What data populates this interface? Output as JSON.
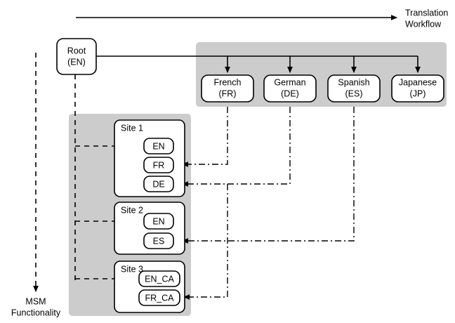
{
  "diagram": {
    "title_axis": {
      "label_line1": "Translation",
      "label_line2": "Workflow"
    },
    "msm": {
      "label_line1": "MSM",
      "label_line2": "Functionality"
    },
    "root": {
      "line1": "Root",
      "line2": "(EN)"
    },
    "languages": [
      {
        "id": "french",
        "line1": "French",
        "line2": "(FR)"
      },
      {
        "id": "german",
        "line1": "German",
        "line2": "(DE)"
      },
      {
        "id": "spanish",
        "line1": "Spanish",
        "line2": "(ES)"
      },
      {
        "id": "japanese",
        "line1": "Japanese",
        "line2": "(JP)"
      }
    ],
    "sites": [
      {
        "id": "site-1",
        "label": "Site 1",
        "chips": [
          {
            "id": "site1-en",
            "label": "EN"
          },
          {
            "id": "site1-fr",
            "label": "FR"
          },
          {
            "id": "site1-de",
            "label": "DE"
          }
        ]
      },
      {
        "id": "site-2",
        "label": "Site 2",
        "chips": [
          {
            "id": "site2-en",
            "label": "EN"
          },
          {
            "id": "site2-es",
            "label": "ES"
          }
        ]
      },
      {
        "id": "site-3",
        "label": "Site 3",
        "chips": [
          {
            "id": "site3-en-ca",
            "label": "EN_CA"
          },
          {
            "id": "site3-fr-ca",
            "label": "FR_CA"
          }
        ]
      }
    ],
    "colors": {
      "group_fill": "#cccccc",
      "stroke": "#000000",
      "node_fill": "#ffffff",
      "background": "#ffffff"
    }
  }
}
